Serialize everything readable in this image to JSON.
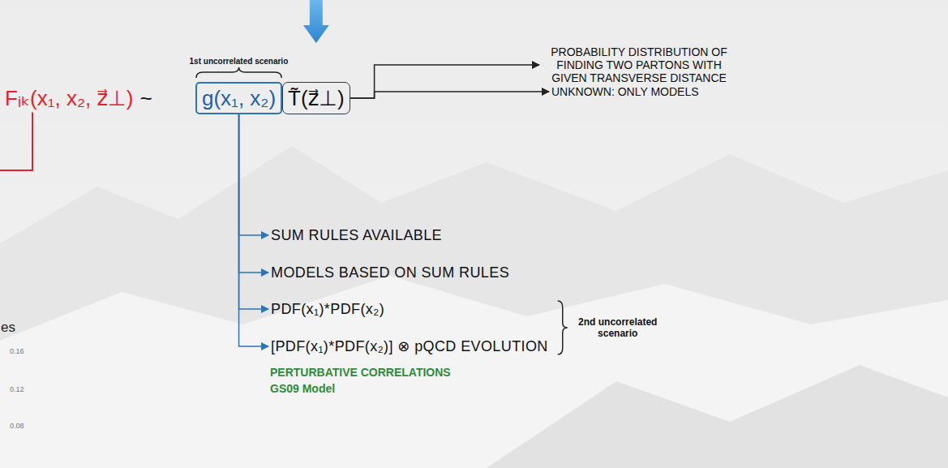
{
  "diagram": {
    "nodes": [
      {
        "text": [
          "g(x₁, x₂)"
        ]
      },
      {
        "text": [
          "T̃(z⃗⊥)"
        ]
      },
      {
        "text": [
          "PROBABILITY DISTRIBUTION OF FINDING TWO PARTONS WITH GIVEN TRANSVERSE DISTANCE"
        ]
      },
      {
        "text": [
          "UNKNOWN: ONLY MODELS"
        ]
      },
      {
        "text": [
          "SUM RULES AVAILABLE"
        ]
      },
      {
        "text": [
          "MODELS BASED ON SUM RULES"
        ]
      },
      {
        "text": [
          "PDF(x₁)*PDF(x₂)"
        ]
      },
      {
        "text": [
          "[PDF(x₁)*PDF(x₂)] ⊗ pQCD EVOLUTION"
        ]
      }
    ],
    "edges": [
      {
        "from": 1,
        "to": 2,
        "arrow": "to"
      },
      {
        "from": 1,
        "to": 3,
        "arrow": "to"
      },
      {
        "from": 0,
        "to": 4,
        "arrow": "to"
      },
      {
        "from": 0,
        "to": 5,
        "arrow": "to"
      },
      {
        "from": 0,
        "to": 6,
        "arrow": "to"
      },
      {
        "from": 0,
        "to": 7,
        "arrow": "to"
      }
    ],
    "labels": [
      "1st uncorrelated scenario",
      "Fᵢₖ(x₁, x₂, z⃗⊥)",
      "~",
      "2nd uncorrelated scenario",
      "PERTURBATIVE CORRELATIONS",
      "GS09 Model",
      "es",
      "0.16",
      "0.12",
      "0.08"
    ]
  }
}
